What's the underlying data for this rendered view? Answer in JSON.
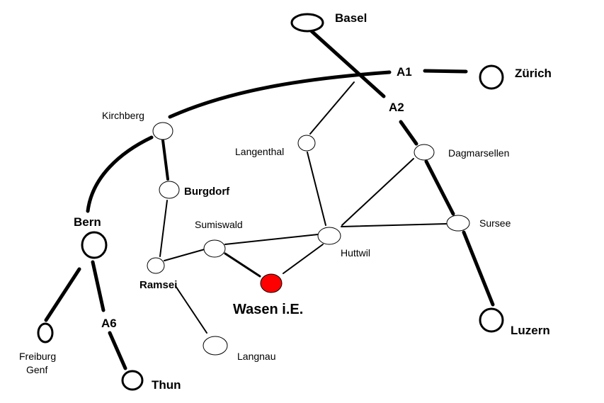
{
  "map": {
    "destination": {
      "label": "Wasen i.E.",
      "color": "#ff0000"
    },
    "places": {
      "basel": "Basel",
      "zurich": "Zürich",
      "kirchberg": "Kirchberg",
      "langenthal": "Langenthal",
      "dagmarsellen": "Dagmarsellen",
      "burgdorf": "Burgdorf",
      "bern": "Bern",
      "sumiswald": "Sumiswald",
      "huttwil": "Huttwil",
      "sursee": "Sursee",
      "ramsei": "Ramsei",
      "langnau": "Langnau",
      "freiburg_line1": "Freiburg",
      "freiburg_line2": "Genf",
      "thun": "Thun",
      "luzern": "Luzern"
    },
    "motorways": {
      "a1": "A1",
      "a2": "A2",
      "a6": "A6"
    },
    "colors": {
      "ink": "#000000",
      "background": "#ffffff",
      "destination": "#ff0000"
    }
  }
}
